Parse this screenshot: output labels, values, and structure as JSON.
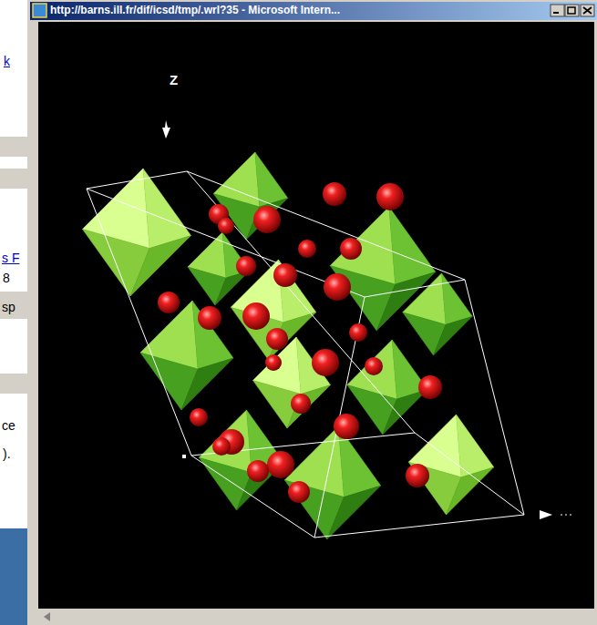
{
  "diagram": {
    "labels": [
      "http://barns.ill.fr/dif/icsd/tmp/.wrl?35 - Microsoft Intern...",
      "Z",
      "k",
      "s F",
      "8",
      "sp",
      "ce",
      ")."
    ]
  }
}
